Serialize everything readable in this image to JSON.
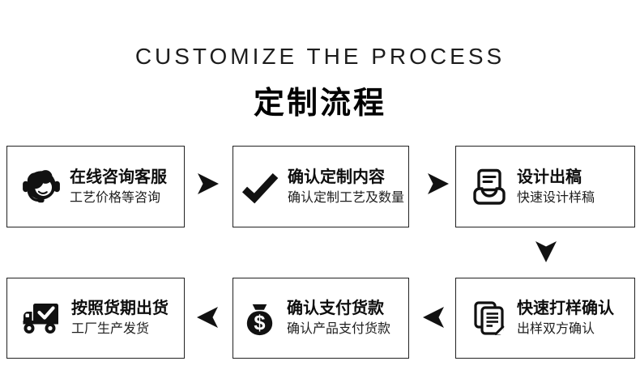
{
  "header": {
    "title_en": "CUSTOMIZE THE PROCESS",
    "title_cn": "定制流程"
  },
  "steps": [
    {
      "icon": "headset-icon",
      "title": "在线咨询客服",
      "subtitle": "工艺价格等咨询"
    },
    {
      "icon": "check-icon",
      "title": "确认定制内容",
      "subtitle": "确认定制工艺及数量"
    },
    {
      "icon": "inbox-icon",
      "title": "设计出稿",
      "subtitle": "快速设计样稿"
    },
    {
      "icon": "documents-icon",
      "title": "快速打样确认",
      "subtitle": "出样双方确认"
    },
    {
      "icon": "money-bag-icon",
      "title": "确认支付货款",
      "subtitle": "确认产品支付货款"
    },
    {
      "icon": "truck-icon",
      "title": "按照货期出货",
      "subtitle": "工厂生产发货"
    }
  ],
  "arrows": {
    "right": "arrow-right-icon",
    "down": "arrow-down-icon",
    "left": "arrow-left-icon"
  },
  "colors": {
    "ink": "#111111",
    "background": "#ffffff",
    "box_border": "#222222"
  }
}
